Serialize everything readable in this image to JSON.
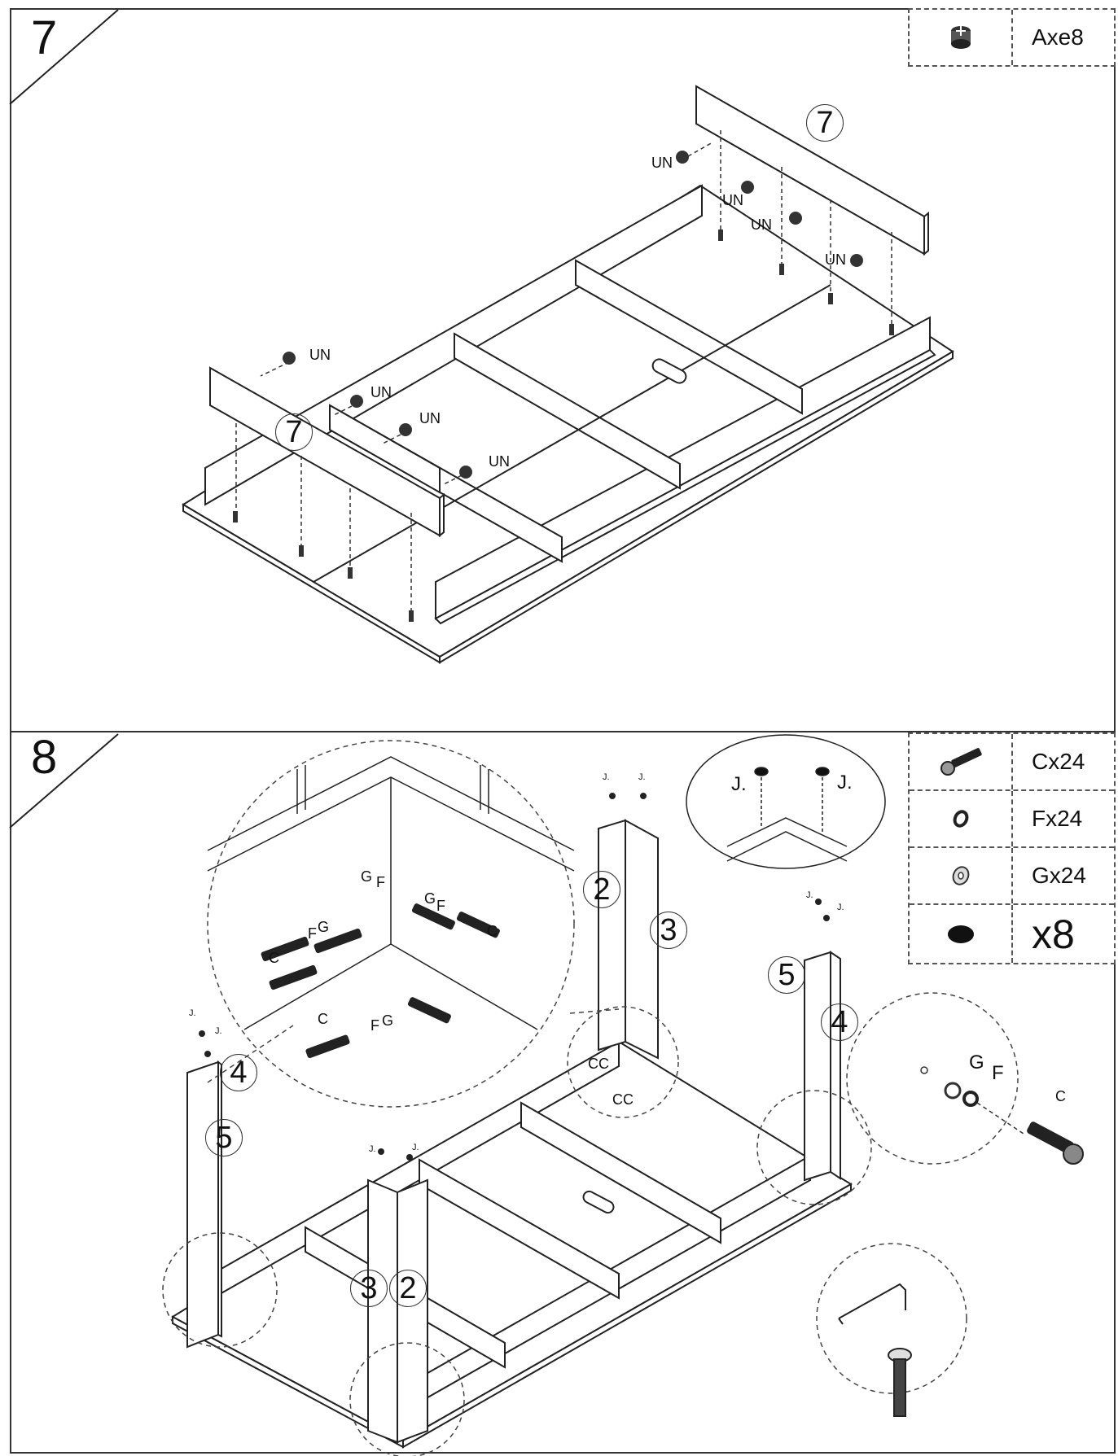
{
  "step7": {
    "number": "7",
    "legend": {
      "label": "Axe8",
      "icon": "cam-lock-icon"
    },
    "panel_label": "7",
    "part_label": "UN"
  },
  "step8": {
    "number": "8",
    "legend": [
      {
        "label": "Cx24",
        "icon": "bolt-icon"
      },
      {
        "label": "Fx24",
        "icon": "spring-washer-icon"
      },
      {
        "label": "Gx24",
        "icon": "flat-washer-icon"
      },
      {
        "label": "x8",
        "icon": "glide-cap-icon"
      }
    ],
    "leg_labels": [
      "2",
      "3",
      "4",
      "5"
    ],
    "part_labels": {
      "bolt": "C",
      "spring_washer": "F",
      "flat_washer": "G",
      "cap": "J.",
      "cc": "CC"
    }
  }
}
